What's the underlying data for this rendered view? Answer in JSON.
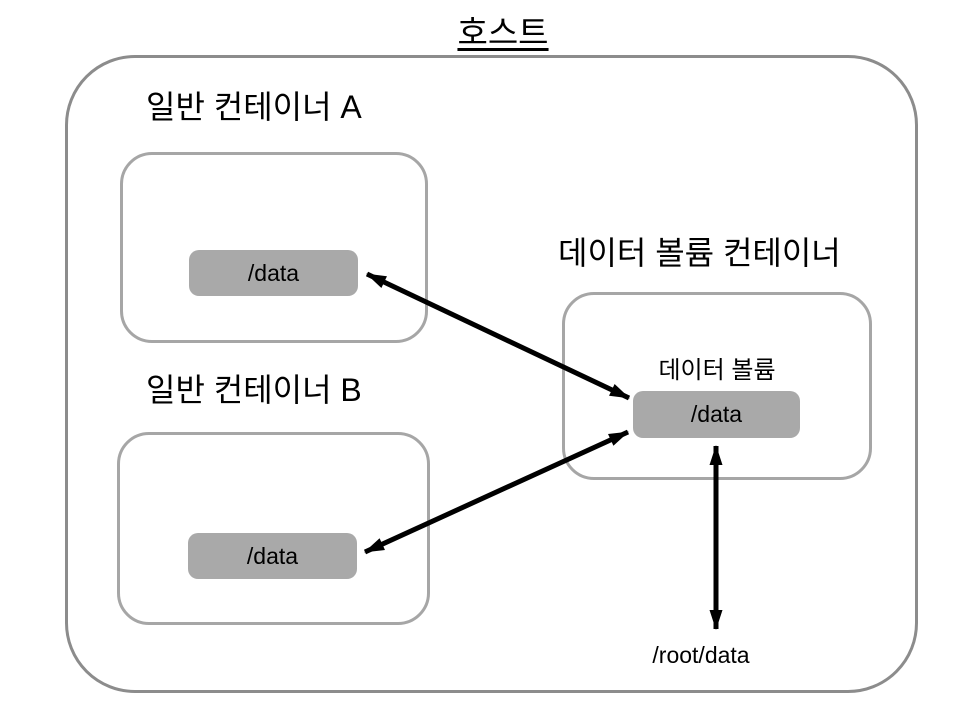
{
  "diagram": {
    "title": "호스트",
    "containers": {
      "container_a": {
        "label": "일반 컨테이너 A",
        "mount_path": "/data"
      },
      "container_b": {
        "label": "일반 컨테이너 B",
        "mount_path": "/data"
      },
      "data_volume_container": {
        "label": "데이터 볼륨 컨테이너",
        "inner_label": "데이터 볼륨",
        "mount_path": "/data"
      }
    },
    "host_path_label": "/root/data",
    "connections": [
      {
        "from": "container-a /data",
        "to": "data-volume /data",
        "bidirectional": true
      },
      {
        "from": "container-b /data",
        "to": "data-volume /data",
        "bidirectional": true
      },
      {
        "from": "data-volume /data",
        "to": "host /root/data",
        "bidirectional": true
      }
    ],
    "colors": {
      "background": "#ffffff",
      "host_border": "#8c8c8c",
      "container_border": "#a6a6a6",
      "data_box_fill": "#a9a9a9",
      "arrow": "#000000",
      "text": "#000000"
    }
  }
}
